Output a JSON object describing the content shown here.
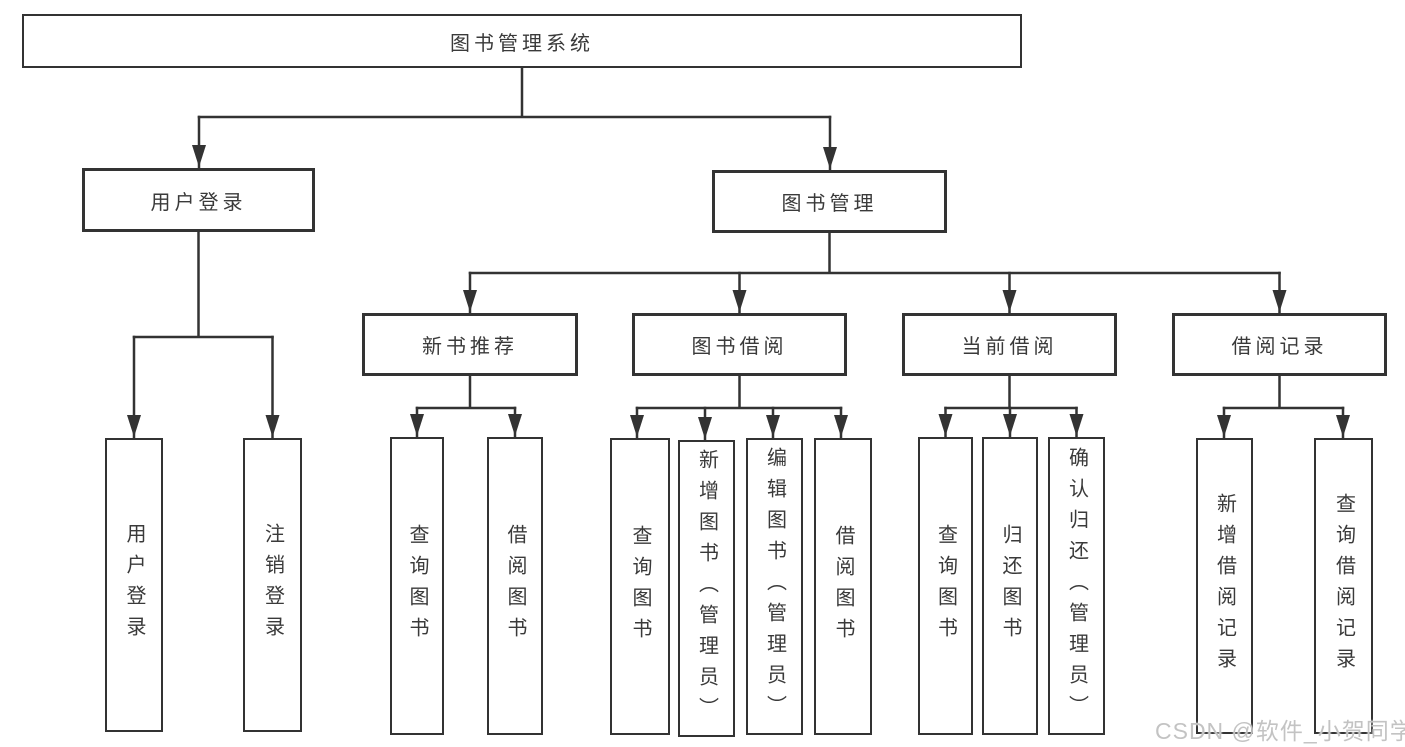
{
  "diagram_title": "图书管理系统",
  "colors": {
    "line": "#333333",
    "text": "#3a3a3a",
    "watermark": "#c3c3c3",
    "background": "#ffffff"
  },
  "tree": {
    "root": {
      "label": "图书管理系统"
    },
    "children": [
      {
        "label": "用户登录",
        "children": [
          {
            "label": "用户登录"
          },
          {
            "label": "注销登录"
          }
        ]
      },
      {
        "label": "图书管理",
        "children": [
          {
            "label": "新书推荐",
            "children": [
              {
                "label": "查询图书"
              },
              {
                "label": "借阅图书"
              }
            ]
          },
          {
            "label": "图书借阅",
            "children": [
              {
                "label": "查询图书"
              },
              {
                "label": "新增图书（管理员）"
              },
              {
                "label": "编辑图书（管理员）"
              },
              {
                "label": "借阅图书"
              }
            ]
          },
          {
            "label": "当前借阅",
            "children": [
              {
                "label": "查询图书"
              },
              {
                "label": "归还图书"
              },
              {
                "label": "确认归还（管理员）"
              }
            ]
          },
          {
            "label": "借阅记录",
            "children": [
              {
                "label": "新增借阅记录"
              },
              {
                "label": "查询借阅记录"
              }
            ]
          }
        ]
      }
    ]
  },
  "watermark": {
    "text": "CSDN @软件_小贺同学"
  }
}
